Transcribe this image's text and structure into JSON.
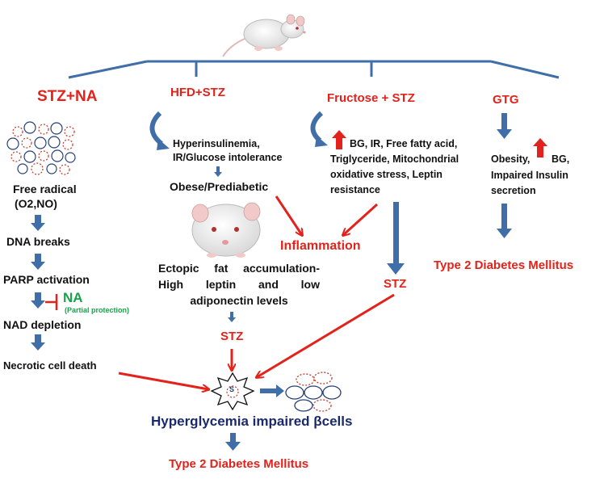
{
  "colors": {
    "red": "#e3221b",
    "blue": "#3f6ea8",
    "navy": "#1a2a6c",
    "green": "#16a34a",
    "text": "#111111"
  },
  "icons": {
    "rat": "rat-icon",
    "cell": "cell-cluster-icon",
    "burst": "damaged-cell-burst-icon",
    "up": "red-up-arrow-icon"
  },
  "branches": {
    "stz_na": {
      "title": "STZ+NA",
      "free_radical": "Free radical",
      "free_radical_sub": "(O2,NO)",
      "dna": "DNA breaks",
      "parp": "PARP activation",
      "na": "NA",
      "na_note": "(Partial protection)",
      "nad": "NAD depletion",
      "necrotic": "Necrotic cell death"
    },
    "hfd_stz": {
      "title": "HFD+STZ",
      "hyper1": "Hyperinsulinemia,",
      "hyper2": "IR/Glucose intolerance",
      "obese": "Obese/Prediabetic",
      "ectopic": "Ectopic fat accumulation- High leptin and low adiponectin levels",
      "stz": "STZ"
    },
    "fructose_stz": {
      "title": "Fructose + STZ",
      "l1": "BG, IR, Free fatty acid,",
      "l2": "Triglyceride, Mitochondrial",
      "l3": "oxidative stress, Leptin",
      "l4": "resistance",
      "stz": "STZ"
    },
    "gtg": {
      "title": "GTG",
      "l1a": "Obesity,",
      "l1b": "BG,",
      "l2": "Impaired Insulin",
      "l3": "secretion",
      "outcome": "Type 2 Diabetes Mellitus"
    }
  },
  "center": {
    "inflammation": "Inflammation",
    "burst_letter": "S",
    "hyperglycemia": "Hyperglycemia impaired βcells",
    "outcome": "Type 2 Diabetes Mellitus"
  }
}
